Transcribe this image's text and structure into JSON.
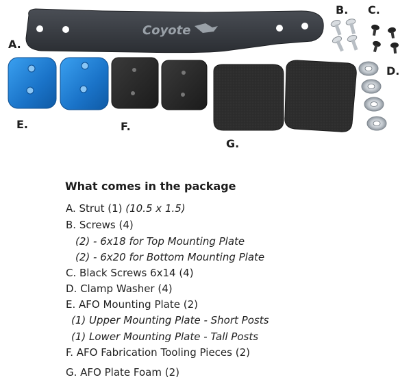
{
  "product": {
    "logo_text": "Coyote"
  },
  "labels": {
    "a": "A.",
    "b": "B.",
    "c": "C.",
    "d": "D.",
    "e": "E.",
    "f": "F.",
    "g": "G."
  },
  "package": {
    "heading": "What comes in the package",
    "items": [
      {
        "text": "A. Strut (1) ",
        "note": "(10.5 x 1.5)"
      },
      {
        "text": "B. Screws (4)"
      },
      {
        "sub": "(2) - 6x18 for Top Mounting Plate"
      },
      {
        "sub": "(2) - 6x20 for Bottom Mounting Plate"
      },
      {
        "text": "C. Black Screws 6x14 (4)"
      },
      {
        "text": "D. Clamp Washer (4)"
      },
      {
        "text": "E. AFO Mounting Plate (2)"
      },
      {
        "sub": "(1) Upper Mounting Plate - Short Posts"
      },
      {
        "sub": "(1) Lower Mounting Plate - Tall Posts"
      },
      {
        "text": "F. AFO Fabrication Tooling Pieces (2)"
      },
      {
        "text": "G. AFO Plate Foam (2)"
      }
    ]
  },
  "colors": {
    "strut": "#3a3d43",
    "blue_plate": "#1f7fd1",
    "tooling": "#2a2a2a",
    "foam": "#2c2c2c",
    "washer": "#c9ced3"
  }
}
